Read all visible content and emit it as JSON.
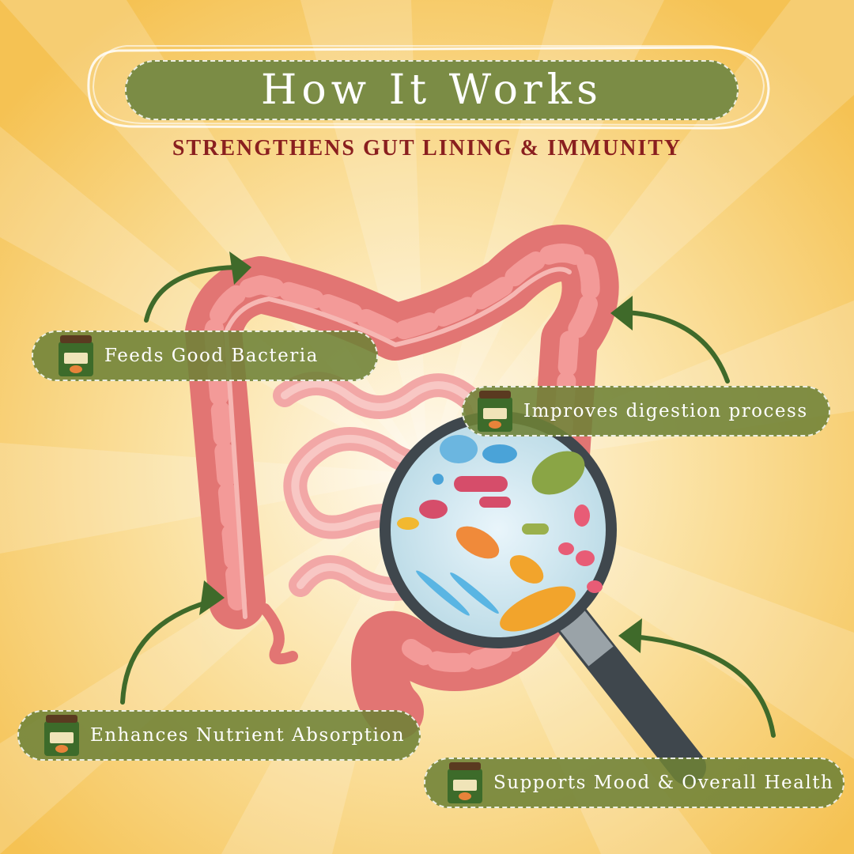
{
  "header": {
    "title": "How It Works",
    "subtitle": "STRENGTHENS GUT LINING & IMMUNITY"
  },
  "benefits": [
    {
      "label": "Feeds Good Bacteria",
      "icon": "product-jar-icon"
    },
    {
      "label": "Improves digestion process",
      "icon": "product-jar-icon"
    },
    {
      "label": "Enhances Nutrient Absorption",
      "icon": "product-jar-icon"
    },
    {
      "label": "Supports Mood & Overall Health",
      "icon": "product-jar-icon"
    }
  ],
  "colors": {
    "background": "#f6c763",
    "pill_green": "#7b8c45",
    "subtitle_red": "#8a1f1f",
    "intestine": "#e27573",
    "arrow": "#3f6a2a"
  }
}
